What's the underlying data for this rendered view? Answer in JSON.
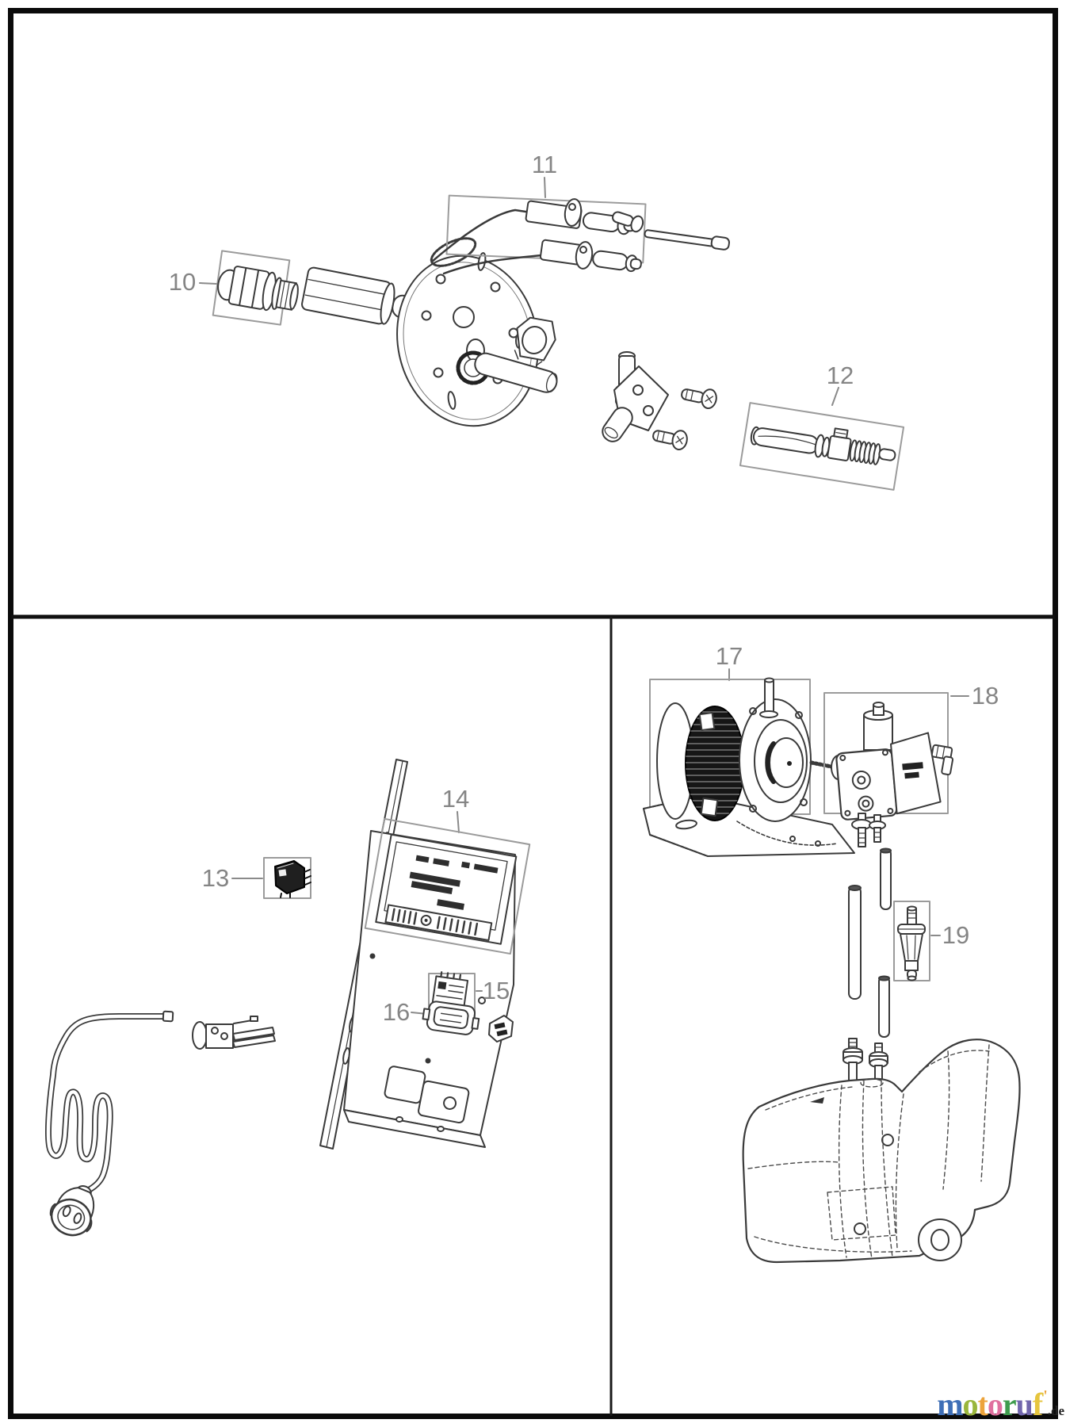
{
  "part_labels": {
    "p10": "10",
    "p11": "11",
    "p12": "12",
    "p13": "13",
    "p14": "14",
    "p15": "15",
    "p16": "16",
    "p17": "17",
    "p18": "18",
    "p19": "19"
  },
  "logo": {
    "letters": [
      {
        "ch": "m",
        "color": "#3f6fb7"
      },
      {
        "ch": "o",
        "color": "#9ab63c"
      },
      {
        "ch": "t",
        "color": "#eca33b"
      },
      {
        "ch": "o",
        "color": "#e0709f"
      },
      {
        "ch": "r",
        "color": "#3f9c4e"
      },
      {
        "ch": "u",
        "color": "#7267ad"
      },
      {
        "ch": "f",
        "color": "#e6c53e"
      }
    ],
    "tick": "'",
    "tick_color": "#eca33b",
    "suffix": ".de",
    "suffix_color": "#222222"
  },
  "colors": {
    "line_art": "#3a3a3a",
    "callout_box": "#9b9b9b",
    "label_text": "#858585",
    "frame_border": "#0b0b0b",
    "background": "#ffffff"
  }
}
